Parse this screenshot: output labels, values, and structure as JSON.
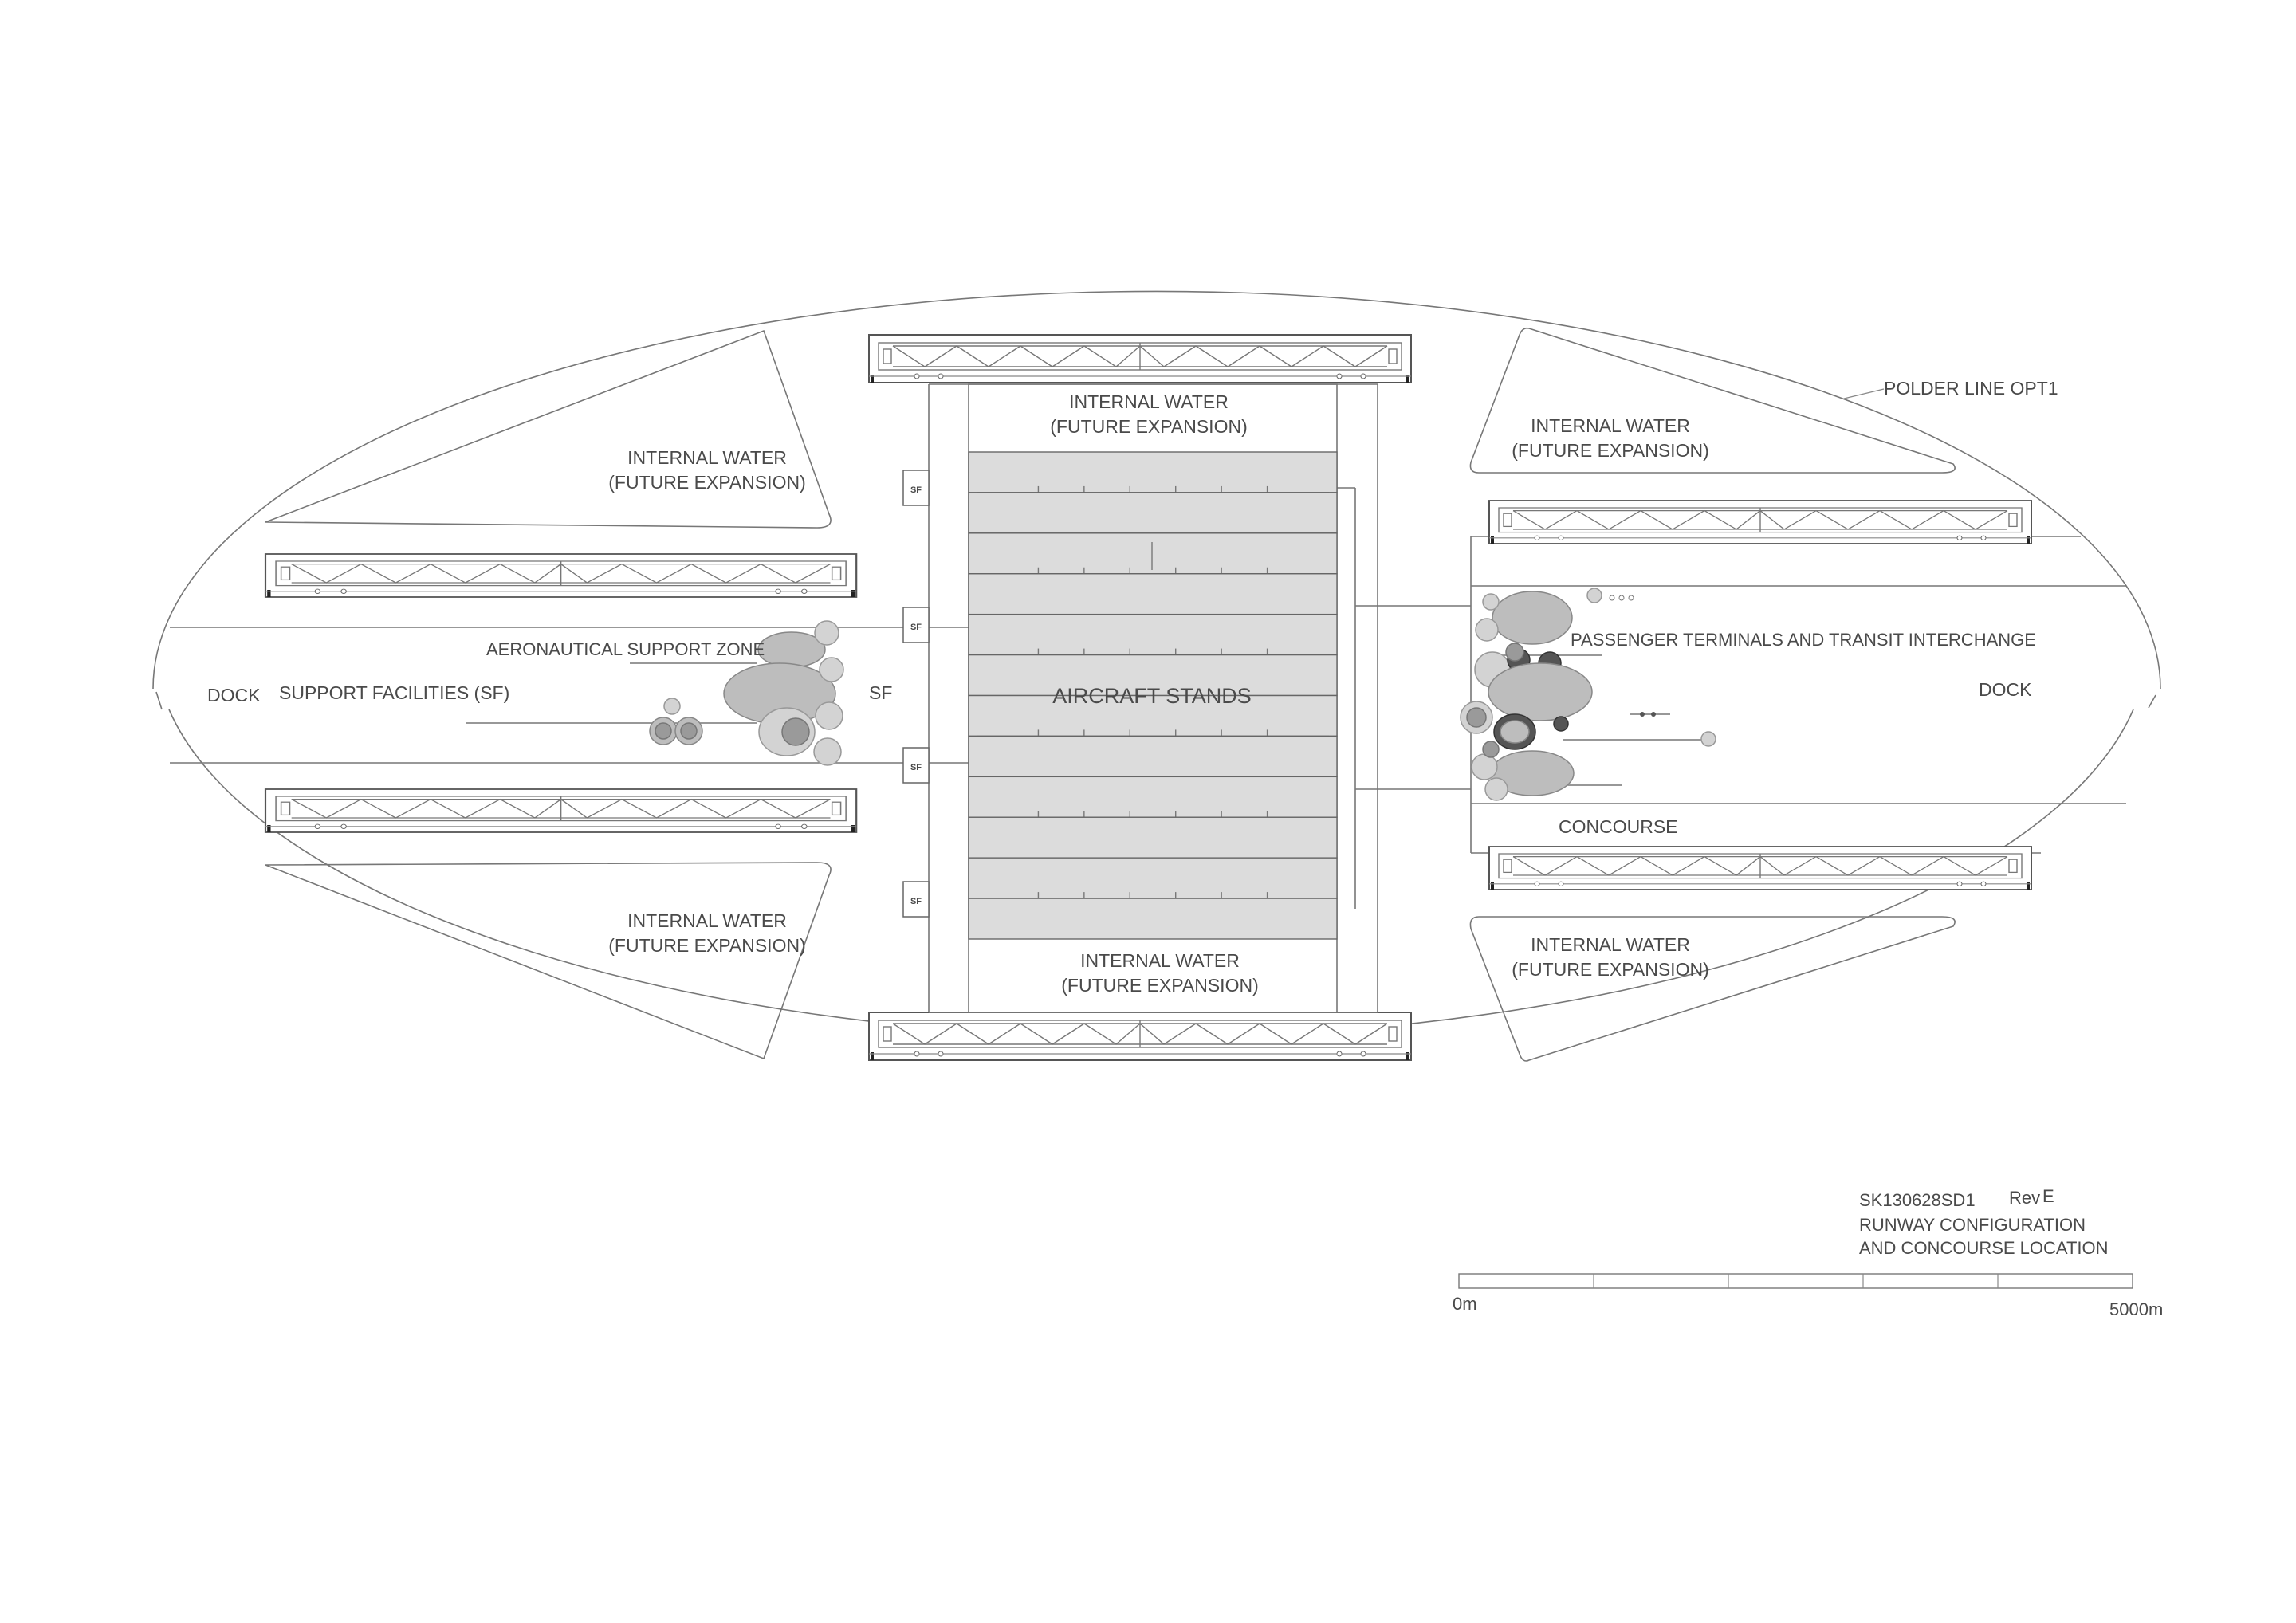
{
  "drawing": {
    "polder_label": "POLDER LINE OPT1",
    "internal_water_nw": [
      "INTERNAL WATER",
      "(FUTURE EXPANSION)"
    ],
    "internal_water_sw": [
      "INTERNAL WATER",
      "(FUTURE EXPANSION)"
    ],
    "internal_water_ne": [
      "INTERNAL WATER",
      "(FUTURE EXPANSION)"
    ],
    "internal_water_se": [
      "INTERNAL WATER",
      "(FUTURE EXPANSION)"
    ],
    "internal_water_top": [
      "INTERNAL WATER",
      "(FUTURE EXPANSION)"
    ],
    "internal_water_bottom": [
      "INTERNAL WATER",
      "(FUTURE EXPANSION)"
    ],
    "aircraft_stands": "AIRCRAFT STANDS",
    "aeronautical_support_zone": "AERONAUTICAL SUPPORT ZONE",
    "support_facilities": "SUPPORT FACILITIES   (SF)",
    "dock_west": "DOCK",
    "dock_east": "DOCK",
    "sf_label": "SF",
    "sf_boxes": [
      "SF",
      "SF",
      "SF",
      "SF"
    ],
    "passenger_terminals": "PASSENGER TERMINALS AND TRANSIT INTERCHANGE",
    "concourse": "CONCOURSE"
  },
  "title_block": {
    "drawing_number": "SK130628SD1",
    "rev_label": "Rev",
    "rev_value": "E",
    "title_line1": "RUNWAY CONFIGURATION",
    "title_line2": "AND CONCOURSE LOCATION"
  },
  "scale_bar": {
    "start_label": "0m",
    "end_label": "5000m"
  }
}
